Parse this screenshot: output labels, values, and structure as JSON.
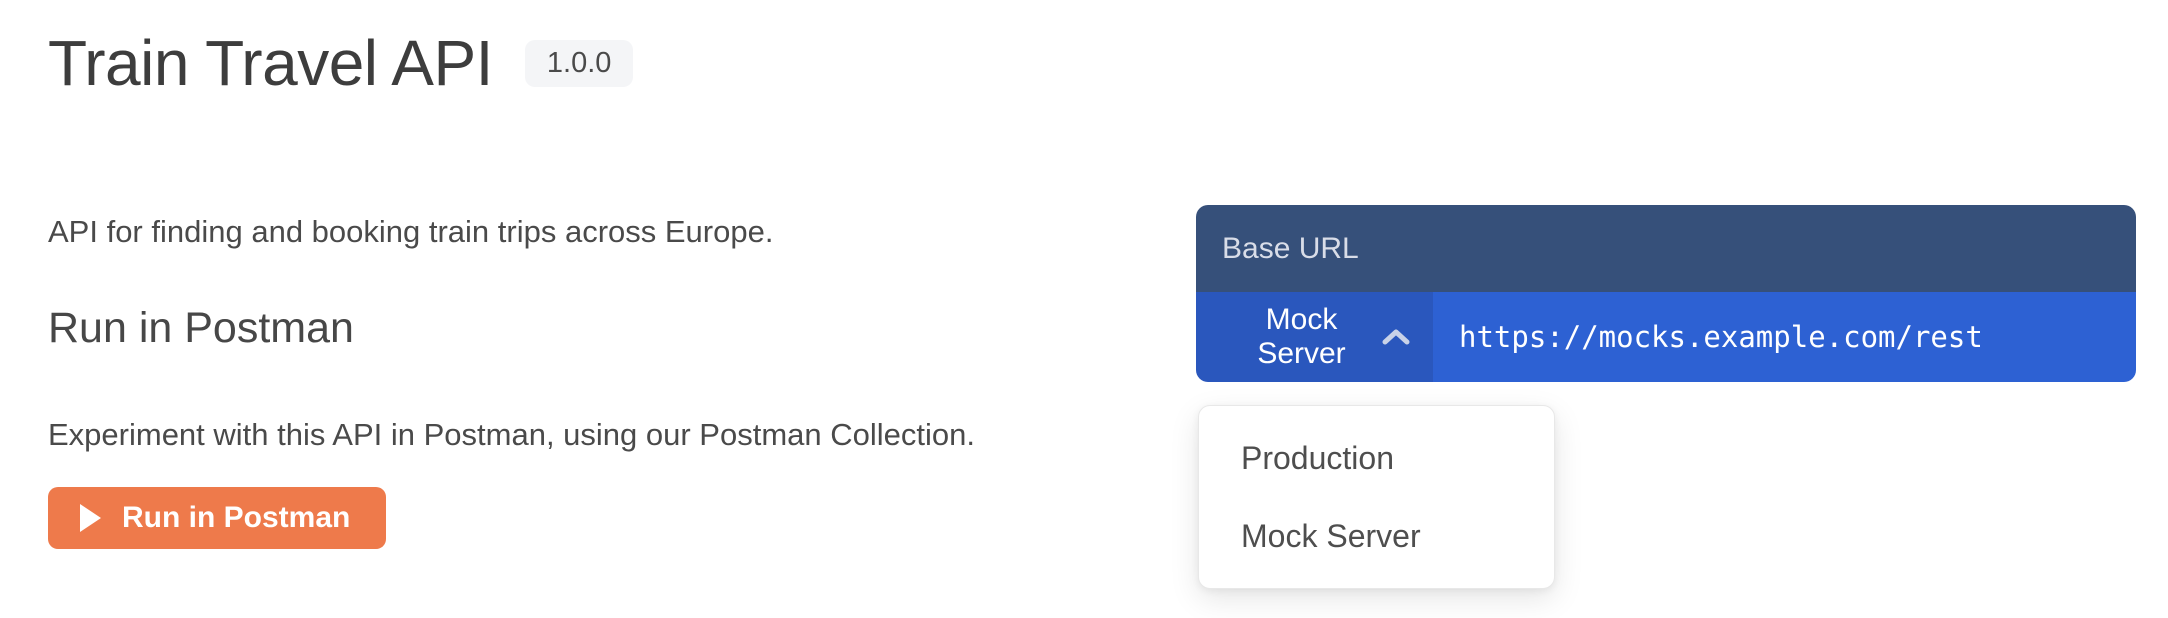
{
  "header": {
    "title": "Train Travel API",
    "version_badge": "1.0.0"
  },
  "intro": {
    "description": "API for finding and booking train trips across Europe."
  },
  "postman": {
    "heading": "Run in Postman",
    "body": "Experiment with this API in Postman, using our Postman Collection.",
    "button_label": "Run in Postman",
    "button_icon": "play-icon"
  },
  "base_url_panel": {
    "title": "Base URL",
    "selected_server": "Mock Server",
    "chevron_icon": "chevron-up-icon",
    "url": "https://mocks.example.com/rest"
  },
  "server_dropdown": {
    "options": [
      {
        "label": "Production"
      },
      {
        "label": "Mock Server"
      }
    ]
  },
  "colors": {
    "accent_orange": "#ee7a4b",
    "panel_header_navy": "#36507a",
    "server_select_blue": "#2a57bd",
    "server_url_blue": "#2d61d3",
    "title_text": "#3d3d3d",
    "body_text": "#4a4a4a",
    "badge_background": "#f4f5f7"
  }
}
